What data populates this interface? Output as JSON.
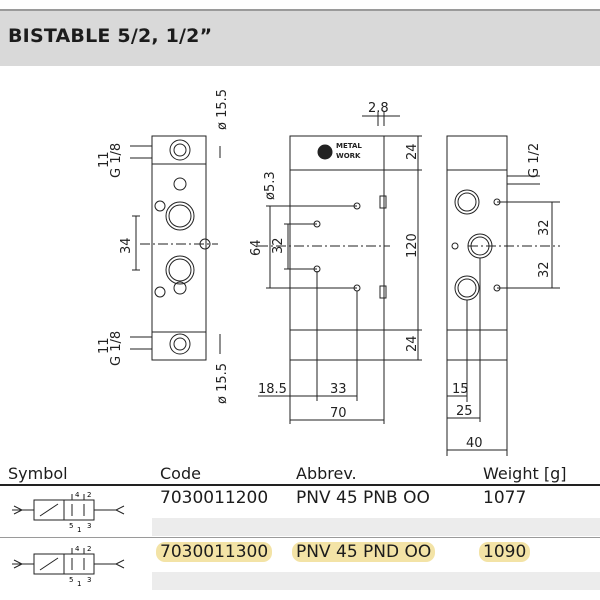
{
  "header": {
    "title": "BISTABLE 5/2, 1/2”"
  },
  "drawing": {
    "left_view": {
      "port_top": "G 1/8",
      "port_bottom": "G 1/8",
      "dim_top": "ø 15.5",
      "dim_bottom": "ø 15.5",
      "dim_11_top": "11",
      "dim_11_bottom": "11",
      "dim_34": "34"
    },
    "front_view": {
      "brand_line1": "METAL",
      "brand_line2": "WORK",
      "dim_2_8": "2.8",
      "dim_24_top": "24",
      "dim_24_bottom": "24",
      "dim_5_3": "ø5.3",
      "dim_32": "32",
      "dim_64": "64",
      "dim_120": "120",
      "dim_18_5": "18.5",
      "dim_33": "33",
      "dim_70": "70"
    },
    "side_view": {
      "port": "G 1/2",
      "dim_32_a": "32",
      "dim_32_b": "32",
      "dim_15": "15",
      "dim_25": "25",
      "dim_40": "40"
    }
  },
  "table": {
    "headers": {
      "symbol": "Symbol",
      "code": "Code",
      "abbrev": "Abbrev.",
      "weight": "Weight [g]"
    },
    "rows": [
      {
        "code": "7030011200",
        "abbrev": "PNV 45 PNB OO",
        "weight": "1077",
        "highlighted": false,
        "symbol_ports": {
          "a": "4",
          "b": "2",
          "c": "5",
          "d": "1",
          "e": "3"
        }
      },
      {
        "code": "7030011300",
        "abbrev": "PNV 45 PND OO",
        "weight": "1090",
        "highlighted": true,
        "symbol_ports": {
          "a": "4",
          "b": "2",
          "c": "5",
          "d": "1",
          "e": "3"
        }
      }
    ]
  },
  "colors": {
    "header_bg": "#d9d9d9",
    "highlight": "#f3e3a6",
    "line": "#222222"
  }
}
